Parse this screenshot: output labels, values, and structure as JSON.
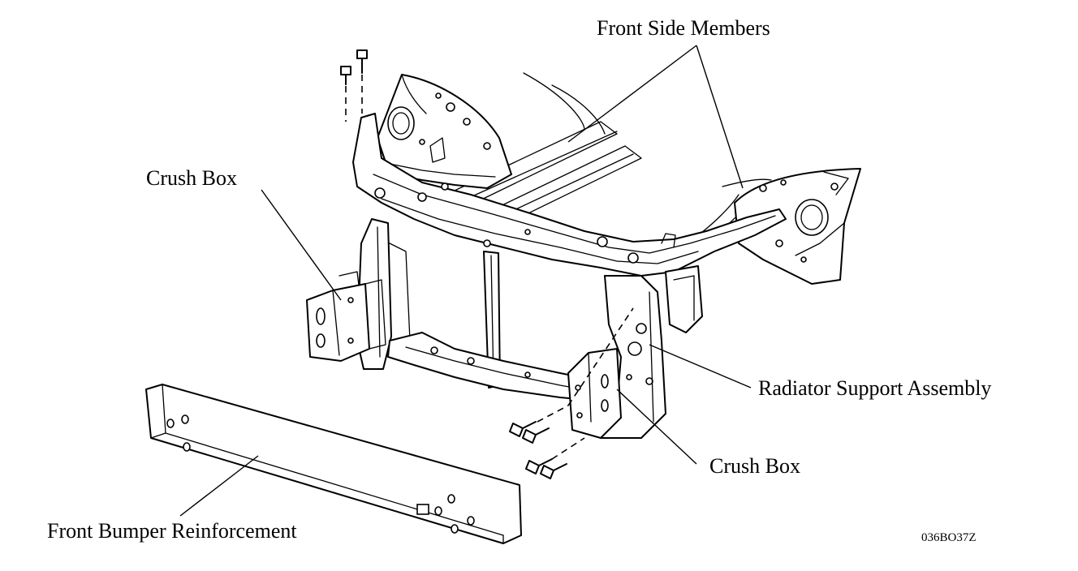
{
  "diagram": {
    "labels": {
      "front_side_members": "Front Side Members",
      "crush_box_left": "Crush Box",
      "radiator_support_assembly": "Radiator Support Assembly",
      "crush_box_right": "Crush Box",
      "front_bumper_reinforcement": "Front Bumper Reinforcement"
    },
    "figure_code": "036BO37Z"
  }
}
